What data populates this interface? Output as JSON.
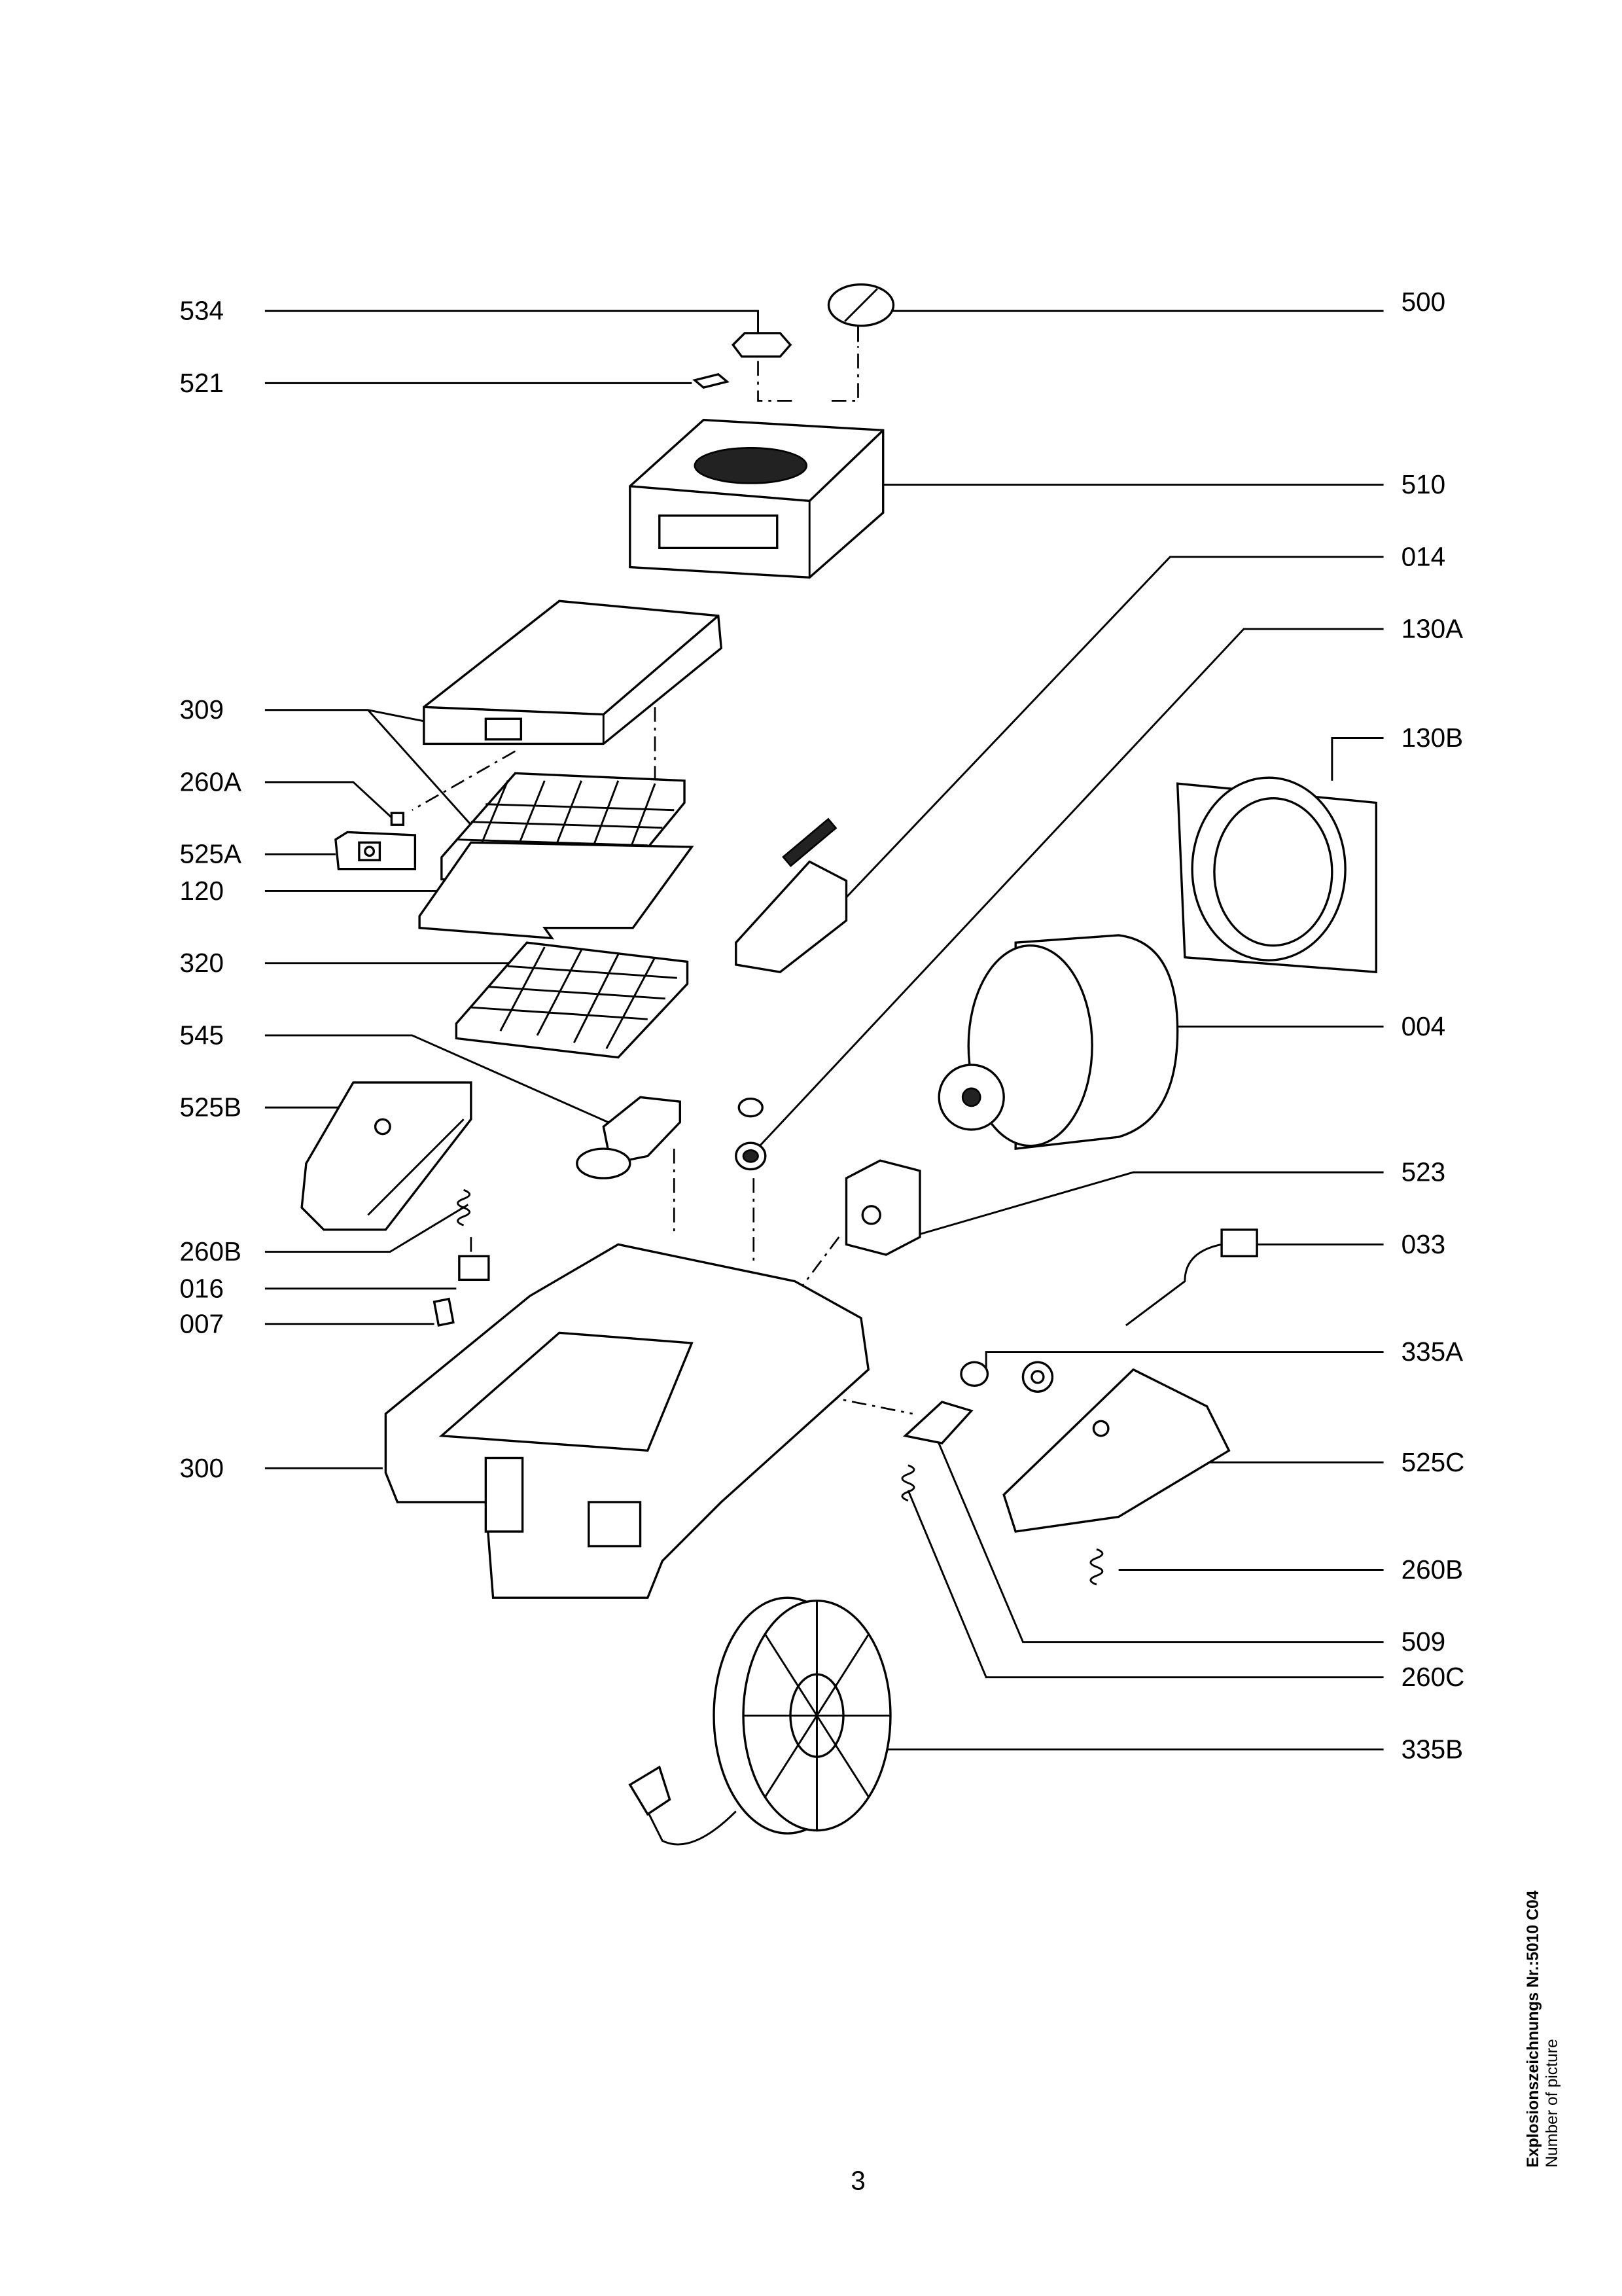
{
  "document": {
    "page_number": "3",
    "drawing_number": "Explosionszeichnungs Nr.:5010 C04",
    "drawing_number_caption": "Number of picture"
  },
  "labels_left": [
    "534",
    "521",
    "309",
    "260A",
    "525A",
    "120",
    "320",
    "545",
    "525B",
    "260B",
    "016",
    "007",
    "300"
  ],
  "labels_right": [
    "500",
    "510",
    "014",
    "130A",
    "130B",
    "004",
    "523",
    "033",
    "335A",
    "525C",
    "260B",
    "509",
    "260C",
    "335B"
  ]
}
